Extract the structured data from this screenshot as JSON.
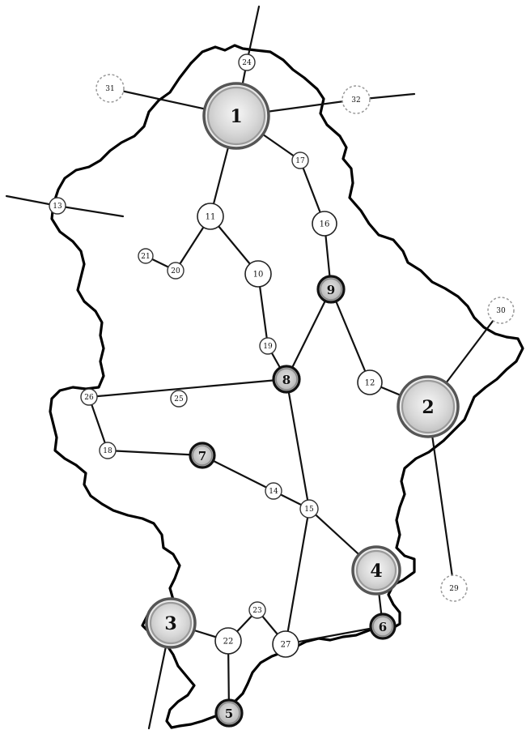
{
  "diagram": {
    "nodes": [
      {
        "id": "1",
        "label": "1"
      },
      {
        "id": "2",
        "label": "2"
      },
      {
        "id": "3",
        "label": "3"
      },
      {
        "id": "4",
        "label": "4"
      },
      {
        "id": "5",
        "label": "5"
      },
      {
        "id": "6",
        "label": "6"
      },
      {
        "id": "7",
        "label": "7"
      },
      {
        "id": "8",
        "label": "8"
      },
      {
        "id": "9",
        "label": "9"
      },
      {
        "id": "10",
        "label": "10"
      },
      {
        "id": "11",
        "label": "11"
      },
      {
        "id": "12",
        "label": "12"
      },
      {
        "id": "13",
        "label": "13"
      },
      {
        "id": "14",
        "label": "14"
      },
      {
        "id": "15",
        "label": "15"
      },
      {
        "id": "16",
        "label": "16"
      },
      {
        "id": "17",
        "label": "17"
      },
      {
        "id": "18",
        "label": "18"
      },
      {
        "id": "19",
        "label": "19"
      },
      {
        "id": "20",
        "label": "20"
      },
      {
        "id": "21",
        "label": "21"
      },
      {
        "id": "22",
        "label": "22"
      },
      {
        "id": "23",
        "label": "23"
      },
      {
        "id": "24",
        "label": "24"
      },
      {
        "id": "25",
        "label": "25"
      },
      {
        "id": "26",
        "label": "26"
      },
      {
        "id": "27",
        "label": "27"
      },
      {
        "id": "29",
        "label": "29"
      },
      {
        "id": "30",
        "label": "30"
      },
      {
        "id": "31",
        "label": "31"
      },
      {
        "id": "32",
        "label": "32"
      }
    ],
    "edges": [
      [
        "1",
        "24"
      ],
      [
        "1",
        "31"
      ],
      [
        "1",
        "32"
      ],
      [
        "1",
        "17"
      ],
      [
        "1",
        "11"
      ],
      [
        "17",
        "16"
      ],
      [
        "16",
        "9"
      ],
      [
        "11",
        "20"
      ],
      [
        "20",
        "21"
      ],
      [
        "11",
        "10"
      ],
      [
        "10",
        "19"
      ],
      [
        "19",
        "8"
      ],
      [
        "9",
        "8"
      ],
      [
        "9",
        "12"
      ],
      [
        "12",
        "2"
      ],
      [
        "2",
        "30"
      ],
      [
        "2",
        "29"
      ],
      [
        "8",
        "26"
      ],
      [
        "26",
        "18"
      ],
      [
        "18",
        "7"
      ],
      [
        "7",
        "14"
      ],
      [
        "14",
        "15"
      ],
      [
        "8",
        "15"
      ],
      [
        "15",
        "4"
      ],
      [
        "15",
        "27"
      ],
      [
        "4",
        "6"
      ],
      [
        "6",
        "27"
      ],
      [
        "27",
        "23"
      ],
      [
        "23",
        "22"
      ],
      [
        "22",
        "3"
      ],
      [
        "22",
        "5"
      ]
    ]
  }
}
